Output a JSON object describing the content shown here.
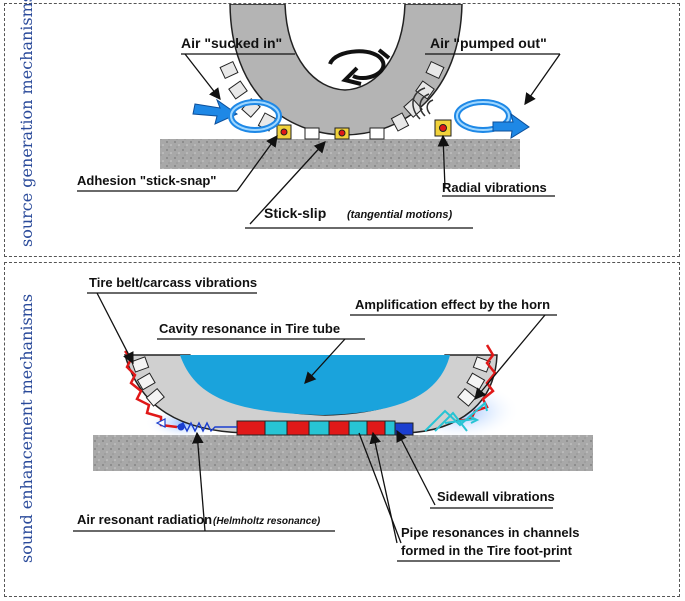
{
  "top_panel": {
    "side_label": "source generation mechanisms",
    "labels": {
      "air_sucked_in": "Air \"sucked in\"",
      "air_pumped_out": "Air \"pumped out\"",
      "adhesion": "Adhesion \"stick-snap\"",
      "radial": "Radial vibrations",
      "stick_slip": "Stick-slip",
      "stick_slip_note": "(tangential motions)"
    }
  },
  "bottom_panel": {
    "side_label": "sound enhancement mechanisms",
    "labels": {
      "belt": "Tire belt/carcass  vibrations",
      "amplification": "Amplification effect by the horn",
      "cavity": "Cavity resonance  in Tire tube",
      "sidewall": "Sidewall vibrations",
      "air_resonant": "Air resonant radiation",
      "helmholtz": "(Helmholtz resonance)",
      "pipe_line1": "Pipe resonances in channels",
      "pipe_line2": "formed in the Tire foot-print"
    }
  },
  "colors": {
    "border": "#555555",
    "side_label": "#2a4a9a",
    "tire_gray": "#b4b4b4",
    "cavity_blue": "#1aa3dc",
    "road": "#a8a8a8",
    "tread_red": "#e01818",
    "tread_cyan": "#27c4d4",
    "arrow_blue": "#1e88e6"
  }
}
